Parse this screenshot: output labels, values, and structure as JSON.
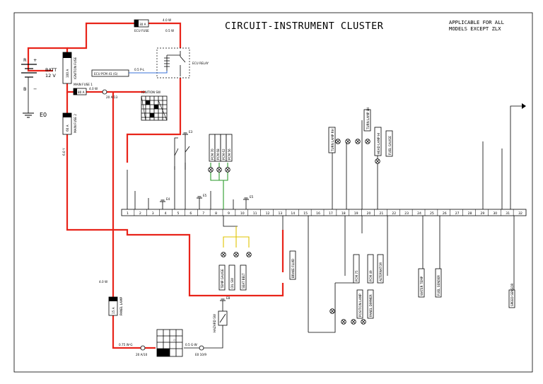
{
  "diagram": {
    "title": "CIRCUIT-INSTRUMENT CLUSTER",
    "note_line1": "APPLICABLE FOR ALL",
    "note_line2": "MODELS EXCEPT ZLX",
    "battery_label": "BATT",
    "battery_voltage": "12 V",
    "battery_ground": "E0",
    "fuse_ecu_rating": "30 A",
    "fuse_ecu_name": "ECU FUSE",
    "fuse_ignition_rating": "100 A",
    "fuse_ignition_name": "IGNITION FUSE",
    "fuse_main1_rating": "80 A",
    "fuse_main1_name": "MAIN FUSE 1",
    "fuse_main2_rating": "60 A",
    "fuse_main2_name": "MAIN FUSE 2",
    "fuse_panel_rating": "15 A",
    "fuse_panel_name": "PANEL LAMP",
    "ecu_relay_label": "ECU RELAY",
    "ecu_pcm_label": "ECU PCM 41 (G)",
    "wire_ecu_relay": "0.5 W",
    "wire_top": "4.0 W",
    "wire_blue": "0.5 P-L",
    "wire_main": "4.0 W",
    "wire_left": "6.0 Y",
    "wire_panel": "4.0 W",
    "wire_bottom": "0.75 W-G",
    "wire_bottom_right": "0.5 G-W",
    "ignition_switch_label": "IGNITION SW",
    "hazard_switch_label": "HAZARD SW",
    "connector_left": "20 A/13",
    "connector_bottom": "20 A/10",
    "connector_bottom_right": "E0 10/9",
    "ground_labels": [
      "E4",
      "E5",
      "E5",
      "E3",
      "E8"
    ],
    "terminal_numbers": [
      "1",
      "2",
      "3",
      "4",
      "5",
      "6",
      "7",
      "8",
      "9",
      "10",
      "11",
      "12",
      "13",
      "14",
      "15",
      "16",
      "17",
      "18",
      "19",
      "20",
      "21",
      "22",
      "23",
      "24",
      "25",
      "26",
      "27",
      "28",
      "29",
      "30",
      "31",
      "32"
    ],
    "component_labels": [
      "PCM 70",
      "PCM 68",
      "PCM 62",
      "PCM 56",
      "TURN LAMP RH",
      "TURN LAMP LH",
      "HEAD LAMP HI",
      "FUEL GAUGE",
      "TEMP GAUGE",
      "OIL SW",
      "SEAT BELT",
      "BRAKE FLUID",
      "PCM 75",
      "PCM 49",
      "ALTERNATOR",
      "WATER TEMP",
      "FUEL SENDER",
      "SPEED SENSOR",
      "POSITION LAMP",
      "PANEL DIMMER"
    ]
  }
}
